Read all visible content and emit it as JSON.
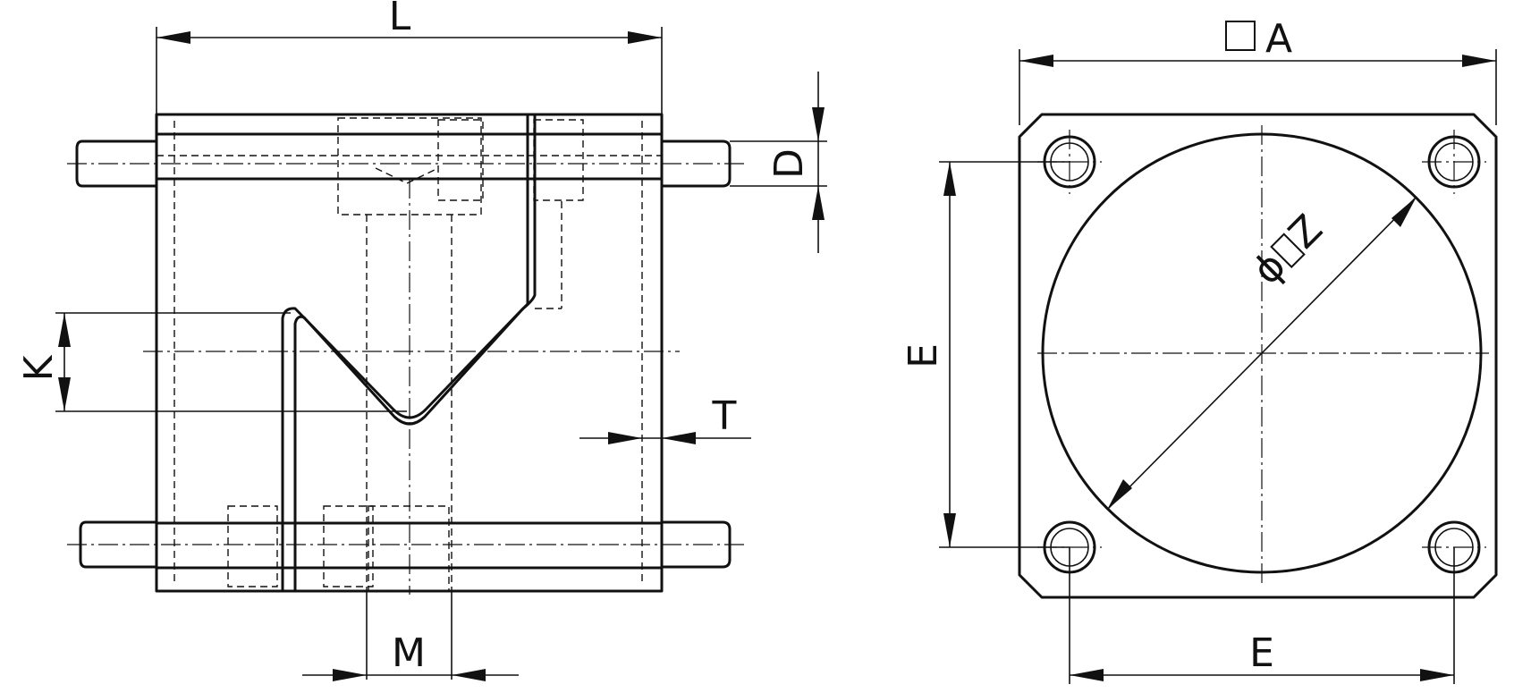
{
  "labels": {
    "length": "L",
    "square_side": "A",
    "pin_diameter": "D",
    "k_dimension": "K",
    "thickness": "T",
    "m_dimension": "M",
    "hole_spacing_vertical": "E",
    "hole_spacing_horizontal": "E",
    "diameter_prefix": "ϕ",
    "diameter_suffix": "Z"
  }
}
